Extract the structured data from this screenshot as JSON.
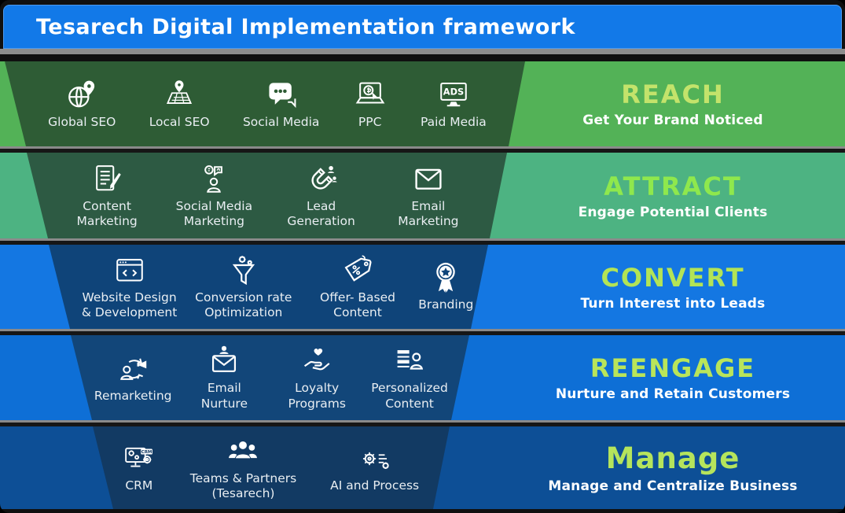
{
  "title_bar": {
    "title": "Tesarech Digital Implementation framework",
    "bg": "#1279e8",
    "text_color": "#ffffff"
  },
  "funnel": {
    "rows": [
      {
        "stage": "REACH",
        "subtitle": "Get Your Brand Noticed",
        "band_color": "#53b257",
        "panel_color": "#2e5c35",
        "stage_color": "#c3e36b",
        "items": [
          {
            "label": "Global SEO",
            "icon": "globe-pin-icon"
          },
          {
            "label": "Local SEO",
            "icon": "map-pin-icon"
          },
          {
            "label": "Social Media",
            "icon": "chat-bubbles-icon"
          },
          {
            "label": "PPC",
            "icon": "ppc-monitor-icon"
          },
          {
            "label": "Paid Media",
            "icon": "ads-monitor-icon"
          }
        ]
      },
      {
        "stage": "ATTRACT",
        "subtitle": "Engage Potential Clients",
        "band_color": "#4db382",
        "panel_color": "#2d5a43",
        "stage_color": "#8fe84d",
        "items": [
          {
            "label": "Content Marketing",
            "icon": "doc-pencil-icon"
          },
          {
            "label": "Social Media Marketing",
            "icon": "person-bubble-icon"
          },
          {
            "label": "Lead Generation",
            "icon": "magnet-icon"
          },
          {
            "label": "Email Marketing",
            "icon": "envelope-icon"
          }
        ]
      },
      {
        "stage": "CONVERT",
        "subtitle": "Turn Interest into Leads",
        "band_color": "#1477e2",
        "panel_color": "#0f4479",
        "stage_color": "#b3e456",
        "items": [
          {
            "label": "Website Design & Development",
            "icon": "browser-code-icon"
          },
          {
            "label": "Conversion rate Optimization",
            "icon": "funnel-gear-icon"
          },
          {
            "label": "Offer- Based Content",
            "icon": "price-tag-icon"
          },
          {
            "label": "Branding",
            "icon": "award-badge-icon"
          }
        ]
      },
      {
        "stage": "REENGAGE",
        "subtitle": "Nurture and Retain Customers",
        "band_color": "#0e6fd6",
        "panel_color": "#124679",
        "stage_color": "#b9e55a",
        "items": [
          {
            "label": "Remarketing",
            "icon": "remarketing-icon"
          },
          {
            "label": "Email Nurture",
            "icon": "envelope-person-icon"
          },
          {
            "label": "Loyalty Programs",
            "icon": "hand-heart-icon"
          },
          {
            "label": "Personalized Content",
            "icon": "personalized-content-icon"
          }
        ]
      },
      {
        "stage": "Manage",
        "subtitle": "Manage and Centralize Business",
        "band_color": "#0d4f96",
        "panel_color": "#123a63",
        "stage_color": "#b5e45c",
        "items": [
          {
            "label": "CRM",
            "icon": "crm-monitor-icon"
          },
          {
            "label": "Teams & Partners (Tesarech)",
            "icon": "team-icon"
          },
          {
            "label": "AI and Process",
            "icon": "ai-process-icon"
          }
        ]
      }
    ]
  }
}
